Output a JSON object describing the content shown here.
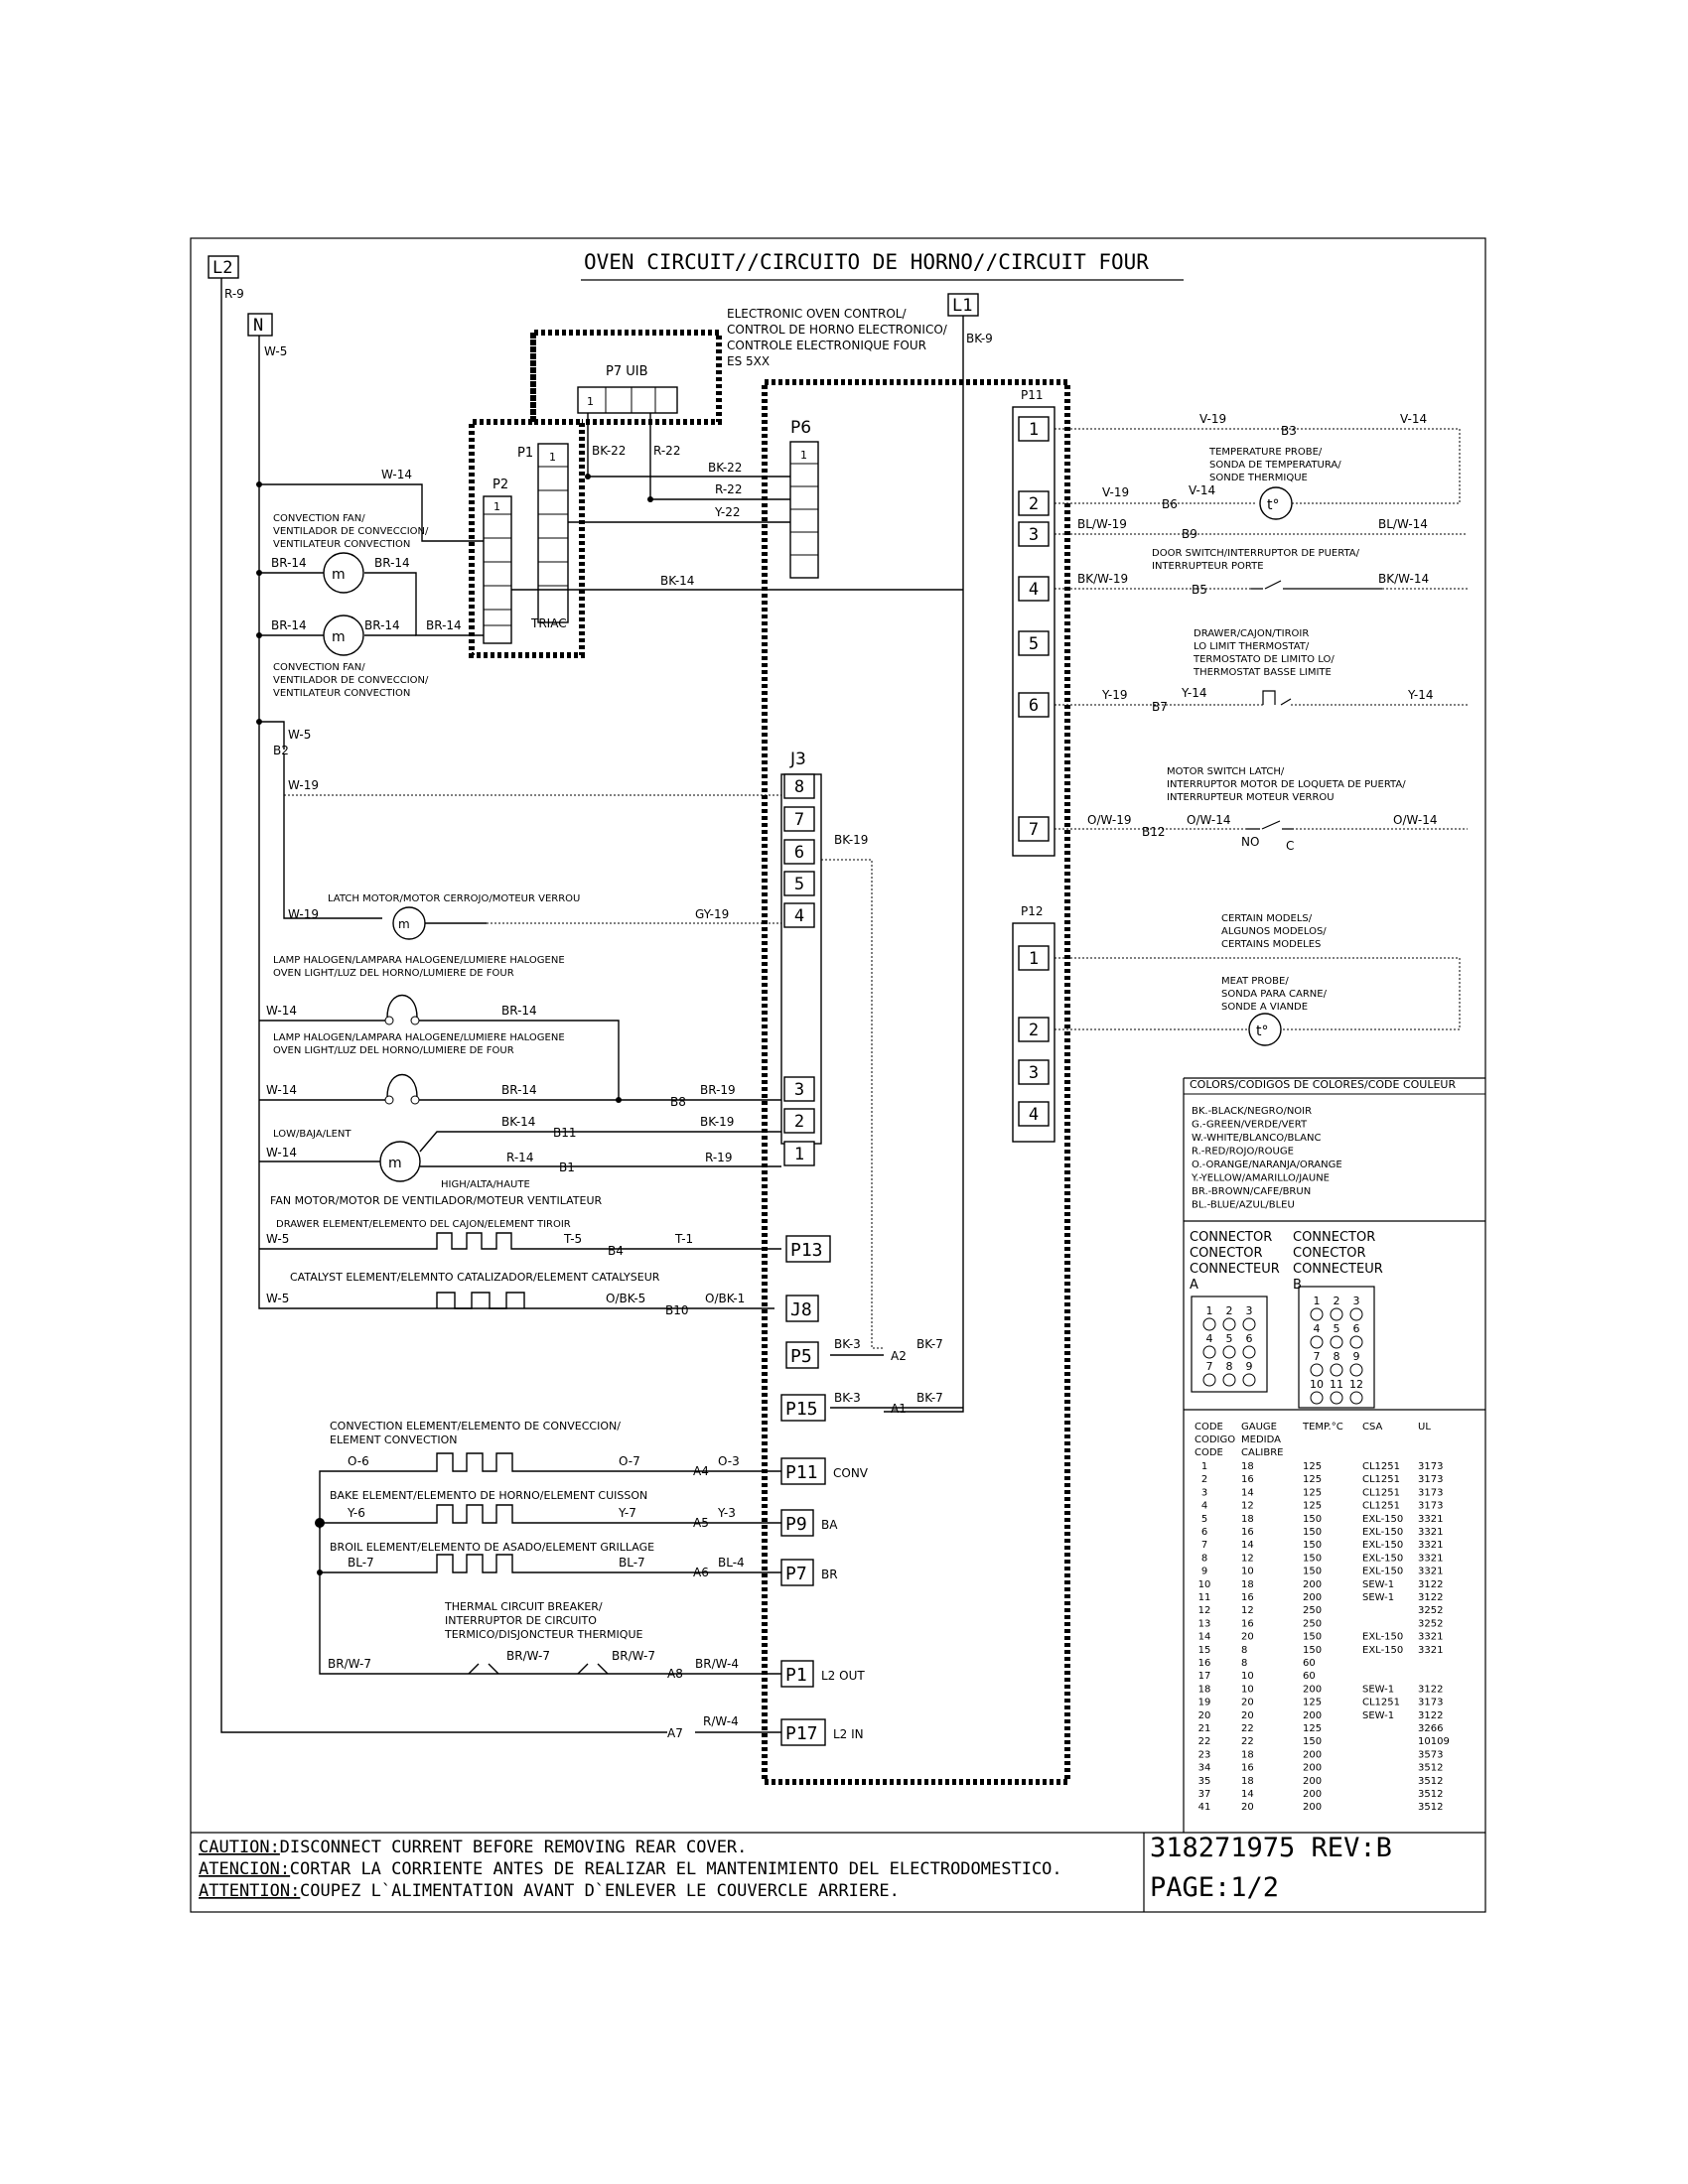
{
  "title": "OVEN CIRCUIT//CIRCUITO DE HORNO//CIRCUIT FOUR",
  "terminals": {
    "l2": "L2",
    "l1": "L1",
    "n": "N"
  },
  "control_label": [
    "ELECTRONIC OVEN CONTROL/",
    "CONTROL DE HORNO ELECTRONICO/",
    "CONTROLE ELECTRONIQUE FOUR",
    "ES 5XX"
  ],
  "p7_uib": "P7 UIB",
  "connectors": {
    "p6": "P6",
    "p1": "P1",
    "p2": "P2",
    "j3": "J3",
    "p11": "P11",
    "p12": "P12",
    "triac": "TRIAC",
    "one": "1"
  },
  "j3_pins": [
    "8",
    "7",
    "6",
    "5",
    "4",
    "3",
    "2",
    "1"
  ],
  "p11_pins": [
    "1",
    "2",
    "3",
    "4",
    "5",
    "6",
    "7"
  ],
  "p12_pins": [
    "1",
    "2",
    "3",
    "4"
  ],
  "wires": {
    "r9": "R-9",
    "w5": "W-5",
    "bk9": "BK-9",
    "w14": "W-14",
    "bk22": "BK-22",
    "r22": "R-22",
    "y22": "Y-22",
    "br14": "BR-14",
    "bk14": "BK-14",
    "w19": "W-19",
    "gy19": "GY-19",
    "bk19": "BK-19",
    "br19": "BR-19",
    "r14": "R-14",
    "r19": "R-19",
    "t5": "T-5",
    "t1": "T-1",
    "obk5": "O/BK-5",
    "obk1": "O/BK-1",
    "bk3": "BK-3",
    "bk7": "BK-7",
    "o6": "O-6",
    "o7": "O-7",
    "o3": "O-3",
    "y6": "Y-6",
    "y7": "Y-7",
    "y3": "Y-3",
    "bl7": "BL-7",
    "bl4": "BL-4",
    "brw7": "BR/W-7",
    "brw4": "BR/W-4",
    "rw4": "R/W-4",
    "v19": "V-19",
    "v14": "V-14",
    "blw19": "BL/W-19",
    "blw14": "BL/W-14",
    "bkw19": "BK/W-19",
    "bkw14": "BK/W-14",
    "y19": "Y-19",
    "y14": "Y-14",
    "ow19": "O/W-19",
    "ow14": "O/W-14"
  },
  "nodes": {
    "b2": "B2",
    "b8": "B8",
    "b11": "B11",
    "b1": "B1",
    "b4": "B4",
    "b10": "B10",
    "a2": "A2",
    "a1": "A1",
    "a4": "A4",
    "a5": "A5",
    "a6": "A6",
    "a8": "A8",
    "a7": "A7",
    "b3": "B3",
    "b6": "B6",
    "b9": "B9",
    "b5": "B5",
    "b7": "B7",
    "b12": "B12",
    "no": "NO",
    "c": "C"
  },
  "components": {
    "conv_fan": [
      "CONVECTION FAN/",
      "VENTILADOR DE CONVECCION/",
      "VENTILATEUR CONVECTION"
    ],
    "latch_motor": "LATCH MOTOR/MOTOR CERROJO/MOTEUR VERROU",
    "lamp": [
      "LAMP HALOGEN/LAMPARA HALOGENE/LUMIERE HALOGENE",
      "OVEN LIGHT/LUZ DEL HORNO/LUMIERE DE FOUR"
    ],
    "fan_speed_low": "LOW/BAJA/LENT",
    "fan_speed_high": "HIGH/ALTA/HAUTE",
    "fan_motor": "FAN MOTOR/MOTOR DE VENTILADOR/MOTEUR VENTILATEUR",
    "drawer_element": "DRAWER ELEMENT/ELEMENTO DEL CAJON/ELEMENT TIROIR",
    "catalyst_element": "CATALYST ELEMENT/ELEMNTO CATALIZADOR/ELEMENT CATALYSEUR",
    "convection_element": [
      "CONVECTION ELEMENT/ELEMENTO DE CONVECCION/",
      "ELEMENT CONVECTION"
    ],
    "bake_element": "BAKE ELEMENT/ELEMENTO DE HORNO/ELEMENT CUISSON",
    "broil_element": "BROIL ELEMENT/ELEMENTO DE ASADO/ELEMENT GRILLAGE",
    "thermal_breaker": [
      "THERMAL CIRCUIT BREAKER/",
      "INTERRUPTOR DE CIRCUITO",
      "TERMICO/DISJONCTEUR THERMIQUE"
    ],
    "temp_probe": [
      "TEMPERATURE PROBE/",
      "SONDA DE TEMPERATURA/",
      "SONDE THERMIQUE"
    ],
    "door_switch": [
      "DOOR SWITCH/INTERRUPTOR DE PUERTA/",
      "INTERRUPTEUR PORTE"
    ],
    "lo_limit": [
      "DRAWER/CAJON/TIROIR",
      "LO LIMIT THERMOSTAT/",
      "TERMOSTATO DE LIMITO LO/",
      "THERMOSTAT BASSE LIMITE"
    ],
    "motor_switch": [
      "MOTOR SWITCH LATCH/",
      "INTERRUPTOR MOTOR DE LOQUETA DE PUERTA/",
      "INTERRUPTEUR MOTEUR VERROU"
    ],
    "certain_models": [
      "CERTAIN MODELS/",
      "ALGUNOS MODELOS/",
      "CERTAINS MODELES"
    ],
    "meat_probe": [
      "MEAT PROBE/",
      "SONDA PARA CARNE/",
      "SONDE A VIANDE"
    ],
    "probe_symbol": "t°"
  },
  "plugs": [
    {
      "label": "P13",
      "suffix": ""
    },
    {
      "label": "J8",
      "suffix": ""
    },
    {
      "label": "P5",
      "suffix": ""
    },
    {
      "label": "P15",
      "suffix": ""
    },
    {
      "label": "P11",
      "suffix": "CONV"
    },
    {
      "label": "P9",
      "suffix": "BA"
    },
    {
      "label": "P7",
      "suffix": "BR"
    },
    {
      "label": "P1",
      "suffix": "L2 OUT"
    },
    {
      "label": "P17",
      "suffix": "L2 IN"
    }
  ],
  "color_legend": {
    "title": "COLORS/CODIGOS DE COLORES/CODE COULEUR",
    "items": [
      "BK.-BLACK/NEGRO/NOIR",
      "G.-GREEN/VERDE/VERT",
      "W.-WHITE/BLANCO/BLANC",
      "R.-RED/ROJO/ROUGE",
      "O.-ORANGE/NARANJA/ORANGE",
      "Y.-YELLOW/AMARILLO/JAUNE",
      "BR.-BROWN/CAFE/BRUN",
      "BL.-BLUE/AZUL/BLEU"
    ]
  },
  "connector_a": {
    "lines": [
      "CONNECTOR",
      "CONECTOR",
      "CONNECTEUR",
      "A"
    ],
    "numbers": [
      "1",
      "2",
      "3",
      "4",
      "5",
      "6",
      "7",
      "8",
      "9"
    ]
  },
  "connector_b": {
    "lines": [
      "CONNECTOR",
      "CONECTOR",
      "CONNECTEUR",
      "B"
    ],
    "numbers": [
      "1",
      "2",
      "3",
      "4",
      "5",
      "6",
      "7",
      "8",
      "9",
      "10",
      "11",
      "12"
    ]
  },
  "gauge_table": {
    "headers": [
      "CODE",
      "GAUGE",
      "TEMP.°C",
      "CSA",
      "UL"
    ],
    "subheaders": [
      "CODIGO",
      "MEDIDA"
    ],
    "subheaders2": [
      "CODE",
      "CALIBRE"
    ],
    "rows": [
      [
        "1",
        "18",
        "125",
        "CL1251",
        "3173"
      ],
      [
        "2",
        "16",
        "125",
        "CL1251",
        "3173"
      ],
      [
        "3",
        "14",
        "125",
        "CL1251",
        "3173"
      ],
      [
        "4",
        "12",
        "125",
        "CL1251",
        "3173"
      ],
      [
        "5",
        "18",
        "150",
        "EXL-150",
        "3321"
      ],
      [
        "6",
        "16",
        "150",
        "EXL-150",
        "3321"
      ],
      [
        "7",
        "14",
        "150",
        "EXL-150",
        "3321"
      ],
      [
        "8",
        "12",
        "150",
        "EXL-150",
        "3321"
      ],
      [
        "9",
        "10",
        "150",
        "EXL-150",
        "3321"
      ],
      [
        "10",
        "18",
        "200",
        "SEW-1",
        "3122"
      ],
      [
        "11",
        "16",
        "200",
        "SEW-1",
        "3122"
      ],
      [
        "12",
        "12",
        "250",
        "",
        "3252"
      ],
      [
        "13",
        "16",
        "250",
        "",
        "3252"
      ],
      [
        "14",
        "20",
        "150",
        "EXL-150",
        "3321"
      ],
      [
        "15",
        "8",
        "150",
        "EXL-150",
        "3321"
      ],
      [
        "16",
        "8",
        "60",
        "",
        ""
      ],
      [
        "17",
        "10",
        "60",
        "",
        ""
      ],
      [
        "18",
        "10",
        "200",
        "SEW-1",
        "3122"
      ],
      [
        "19",
        "20",
        "125",
        "CL1251",
        "3173"
      ],
      [
        "20",
        "20",
        "200",
        "SEW-1",
        "3122"
      ],
      [
        "21",
        "22",
        "125",
        "",
        "3266"
      ],
      [
        "22",
        "22",
        "150",
        "",
        "10109"
      ],
      [
        "23",
        "18",
        "200",
        "",
        "3573"
      ],
      [
        "34",
        "16",
        "200",
        "",
        "3512"
      ],
      [
        "35",
        "18",
        "200",
        "",
        "3512"
      ],
      [
        "37",
        "14",
        "200",
        "",
        "3512"
      ],
      [
        "41",
        "20",
        "200",
        "",
        "3512"
      ]
    ]
  },
  "caution": [
    {
      "label": "CAUTION:",
      "text": " DISCONNECT CURRENT BEFORE REMOVING REAR COVER."
    },
    {
      "label": "ATENCION:",
      "text": "CORTAR LA CORRIENTE ANTES DE REALIZAR EL MANTENIMIENTO DEL ELECTRODOMESTICO."
    },
    {
      "label": "ATTENTION:",
      "text": "COUPEZ L`ALIMENTATION AVANT D`ENLEVER LE COUVERCLE ARRIERE."
    }
  ],
  "part_number": "318271975 REV:B",
  "page": "PAGE:1/2"
}
